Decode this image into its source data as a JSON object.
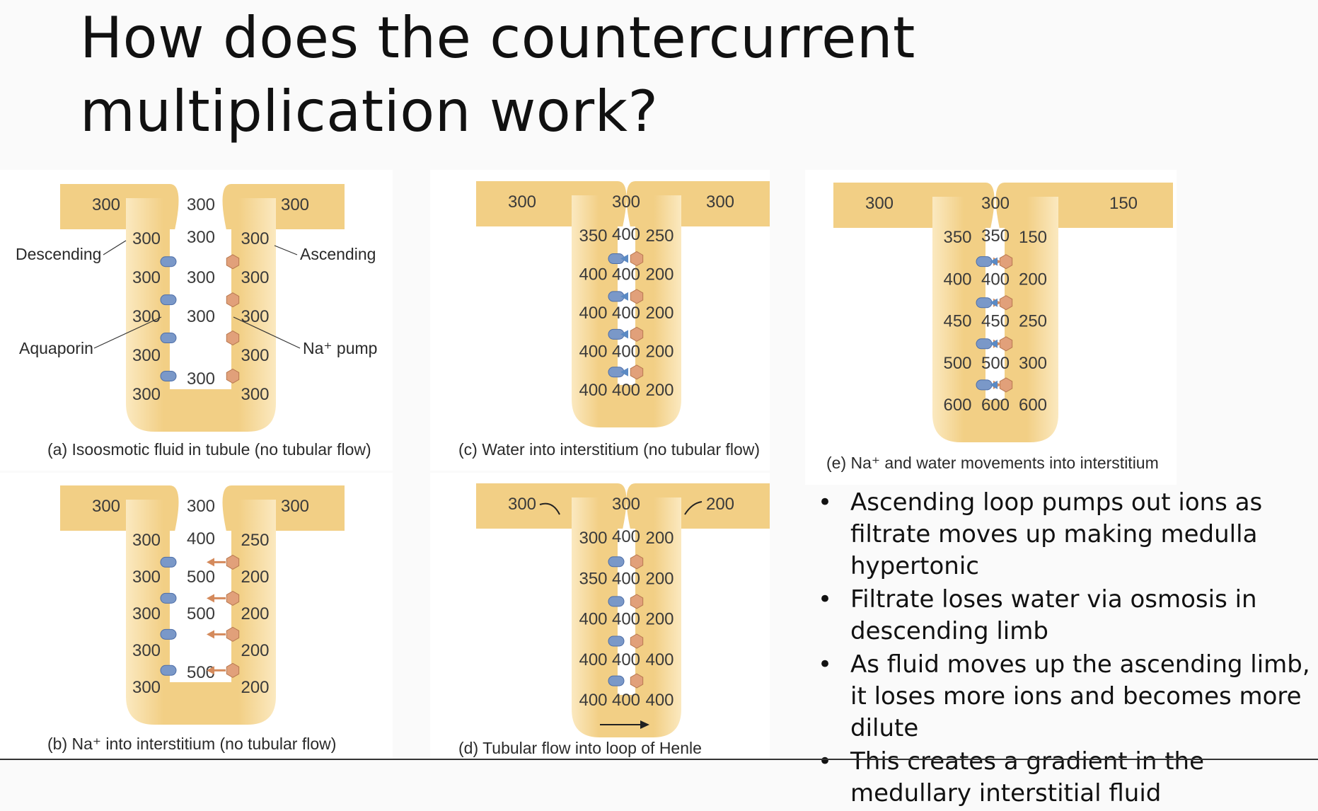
{
  "title": "How does the countercurrent multiplication work?",
  "panels": {
    "a": {
      "caption": "(a) Isoosmotic fluid in tubule (no tubular flow)",
      "top": [
        "300",
        "300",
        "300"
      ],
      "desc": [
        "300",
        "300",
        "300",
        "300",
        "300"
      ],
      "mid": [
        "300",
        "300",
        "300",
        "300"
      ],
      "asc": [
        "300",
        "300",
        "300",
        "300",
        "300"
      ],
      "labels": {
        "descending": "Descending",
        "ascending": "Ascending",
        "aquaporin": "Aquaporin",
        "na_pump": "Na⁺ pump"
      }
    },
    "b": {
      "caption": "(b) Na⁺ into interstitium (no tubular flow)",
      "top": [
        "300",
        "300",
        "300"
      ],
      "desc": [
        "300",
        "300",
        "300",
        "300",
        "300"
      ],
      "mid": [
        "400",
        "500",
        "500",
        "500"
      ],
      "asc": [
        "250",
        "200",
        "200",
        "200",
        "200"
      ]
    },
    "c": {
      "caption": "(c) Water into interstitium (no tubular flow)",
      "top": [
        "300",
        "300",
        "300"
      ],
      "desc": [
        "350",
        "400",
        "400",
        "400",
        "400"
      ],
      "mid": [
        "400",
        "400",
        "400",
        "400",
        "400"
      ],
      "asc": [
        "250",
        "200",
        "200",
        "200",
        "200"
      ]
    },
    "d": {
      "caption": "(d) Tubular flow into loop of Henle",
      "top": [
        "300",
        "300",
        "200"
      ],
      "desc": [
        "300",
        "350",
        "400",
        "400",
        "400"
      ],
      "mid": [
        "400",
        "400",
        "400",
        "400",
        "400"
      ],
      "asc": [
        "200",
        "200",
        "200",
        "400",
        "400"
      ]
    },
    "e": {
      "caption": "(e) Na⁺ and water movements into interstitium",
      "top": [
        "300",
        "300",
        "150"
      ],
      "desc": [
        "350",
        "400",
        "450",
        "500",
        "600"
      ],
      "mid": [
        "350",
        "400",
        "450",
        "500",
        "600"
      ],
      "asc": [
        "150",
        "200",
        "250",
        "300",
        "600"
      ]
    }
  },
  "bullets": [
    "Ascending loop pumps out ions as filtrate moves up making medulla hypertonic",
    "Filtrate loses water via osmosis in descending limb",
    "As fluid moves up the ascending limb, it loses more ions and becomes more dilute",
    "This creates a gradient in the medullary interstitial fluid"
  ],
  "colors": {
    "tubule_fill": "#f2cf85",
    "tubule_edge": "#fbe9c0",
    "aquaporin": "#7a98c8",
    "na_pump": "#e1a07a",
    "water_arrow": "#5b8ac4",
    "ion_arrow": "#d48a5c"
  }
}
